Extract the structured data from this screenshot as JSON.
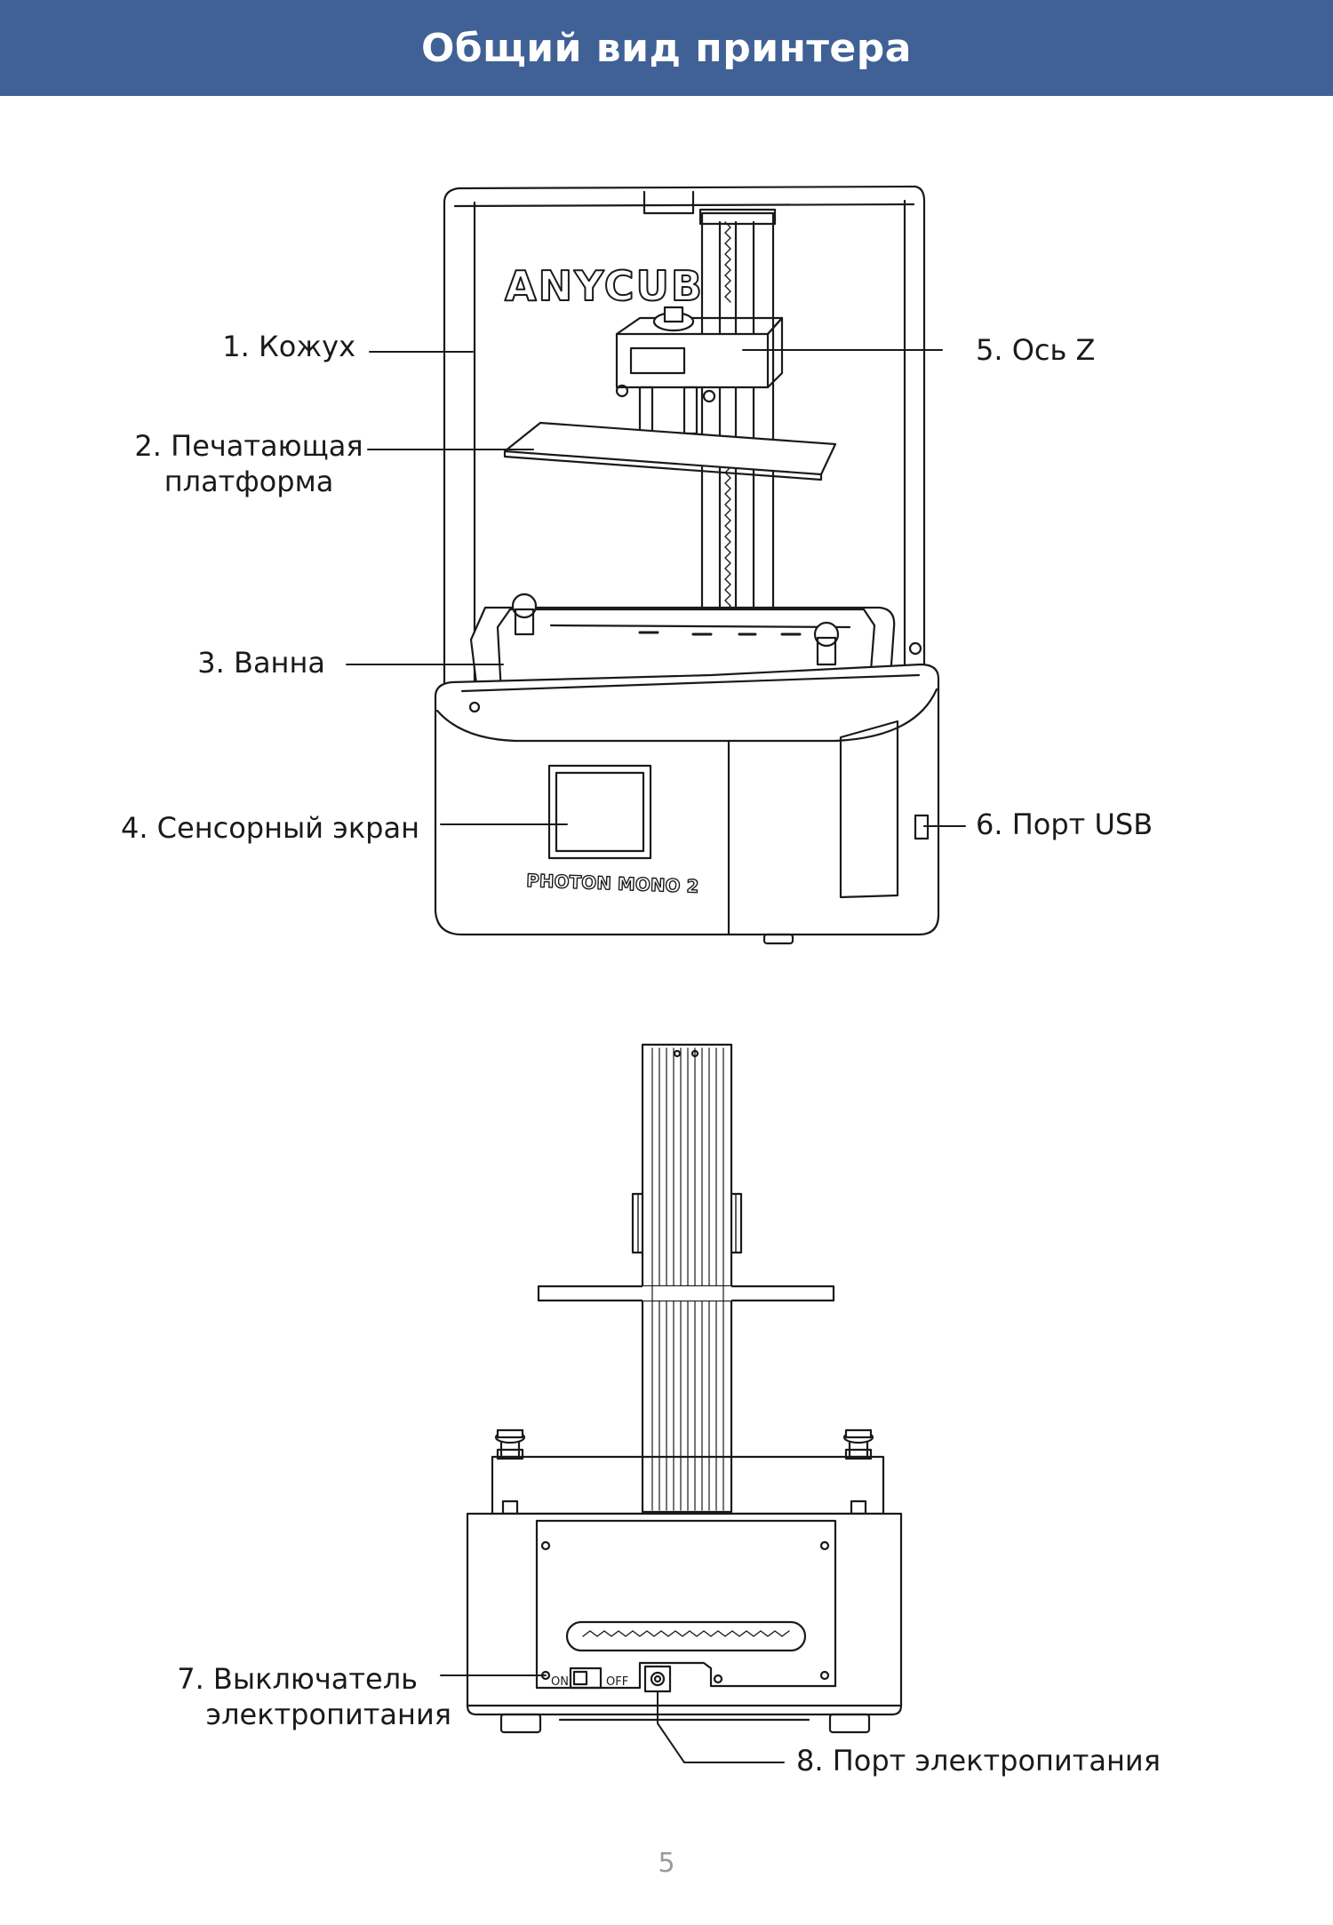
{
  "header": {
    "title": "Общий вид принтера"
  },
  "labels": {
    "l1": "1. Кожух",
    "l2a": "2. Печатающая",
    "l2b": "платформа",
    "l3": "3. Ванна",
    "l4": "4. Сенсорный экран",
    "l5": "5. Ось Z",
    "l6": "6. Порт USB",
    "l7a": "7. Выключатель",
    "l7b": "электропитания",
    "l8": "8. Порт электропитания"
  },
  "printer": {
    "brand": "ANYCUBIC",
    "model": "PHOTON MONO 2",
    "switch_on": "ON",
    "switch_off": "OFF"
  },
  "page_number": "5",
  "colors": {
    "header_bg": "#3f6196",
    "line": "#1a1a1a",
    "page_number": "#9a9a9a"
  }
}
